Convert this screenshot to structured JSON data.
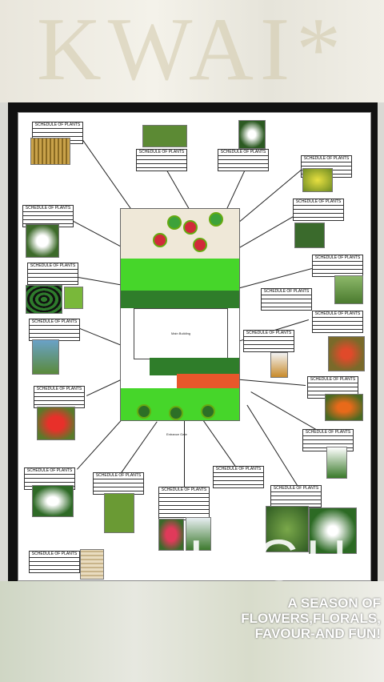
{
  "watermark": {
    "brand": "KWAI*"
  },
  "drawing": {
    "house_label": "Main Building",
    "entry_label": "Entrance Gate",
    "table_header": "SCHEDULE OF PLANTS"
  },
  "overlay": {
    "big_word": "HIGH",
    "tagline_line1": "A SEASON OF",
    "tagline_line2": "FLOWERS,FLORALS,",
    "tagline_line3": "FAVOUR-AND FUN!"
  },
  "colors": {
    "lawn": "#46d62a",
    "hedge": "#2f7d2a",
    "flowerbed": "#e8572b",
    "paving": "#efe8d8"
  }
}
